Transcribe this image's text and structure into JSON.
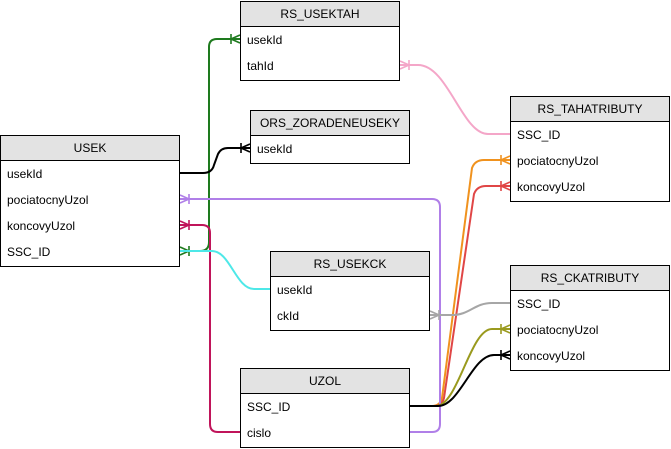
{
  "diagram": {
    "entities": [
      {
        "id": "USEK",
        "title": "USEK",
        "fields": [
          "usekId",
          "pociatocnyUzol",
          "koncovyUzol",
          "SSC_ID"
        ]
      },
      {
        "id": "RS_USEKTAH",
        "title": "RS_USEKTAH",
        "fields": [
          "usekId",
          "tahId"
        ]
      },
      {
        "id": "ORS_ZORADENEUSEKY",
        "title": "ORS_ZORADENEUSEKY",
        "fields": [
          "usekId"
        ]
      },
      {
        "id": "RS_TAHATRIBUTY",
        "title": "RS_TAHATRIBUTY",
        "fields": [
          "SSC_ID",
          "pociatocnyUzol",
          "koncovyUzol"
        ]
      },
      {
        "id": "RS_USEKCK",
        "title": "RS_USEKCK",
        "fields": [
          "usekId",
          "ckId"
        ]
      },
      {
        "id": "RS_CKATRIBUTY",
        "title": "RS_CKATRIBUTY",
        "fields": [
          "SSC_ID",
          "pociatocnyUzol",
          "koncovyUzol"
        ]
      },
      {
        "id": "UZOL",
        "title": "UZOL",
        "fields": [
          "SSC_ID",
          "cislo"
        ]
      }
    ],
    "relationships": [
      {
        "from": "USEK.SSC_ID",
        "to": "RS_USEKTAH.usekId",
        "color": "#1e7a1e"
      },
      {
        "from": "USEK.usekId",
        "to": "ORS_ZORADENEUSEKY.usekId",
        "color": "#000000"
      },
      {
        "from": "RS_USEKTAH.tahId",
        "to": "RS_TAHATRIBUTY.SSC_ID",
        "color": "#f4a6c8"
      },
      {
        "from": "UZOL.SSC_ID",
        "to": "RS_TAHATRIBUTY.pociatocnyUzol",
        "color": "#f0921e"
      },
      {
        "from": "UZOL.SSC_ID",
        "to": "RS_TAHATRIBUTY.koncovyUzol",
        "color": "#e04646"
      },
      {
        "from": "UZOL.cislo",
        "to": "USEK.pociatocnyUzol",
        "color": "#b07fe8"
      },
      {
        "from": "UZOL.cislo",
        "to": "USEK.koncovyUzol",
        "color": "#c0145a"
      },
      {
        "from": "USEK.SSC_ID",
        "to": "RS_USEKCK.usekId",
        "color": "#4ee8e8"
      },
      {
        "from": "RS_CKATRIBUTY.SSC_ID",
        "to": "RS_USEKCK.ckId",
        "color": "#a6a6a6"
      },
      {
        "from": "UZOL.SSC_ID",
        "to": "RS_CKATRIBUTY.pociatocnyUzol",
        "color": "#9a9a1e"
      },
      {
        "from": "UZOL.SSC_ID",
        "to": "RS_CKATRIBUTY.koncovyUzol",
        "color": "#000000"
      }
    ]
  }
}
